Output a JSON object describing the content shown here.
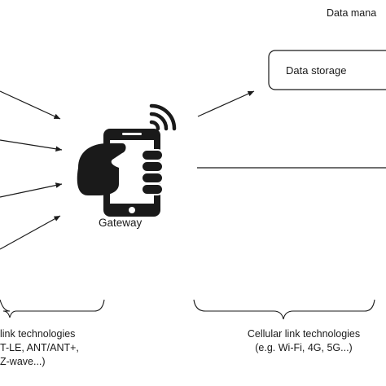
{
  "header": {
    "partial_title": "Data mana"
  },
  "storage": {
    "label": "Data storage"
  },
  "gateway": {
    "label": "Gateway"
  },
  "left_group": {
    "lines": [
      "link technologies",
      "T-LE, ANT/ANT+,",
      "Z-wave...)"
    ]
  },
  "right_group": {
    "lines": [
      "Cellular link technologies",
      "(e.g. Wi-Fi, 4G, 5G...)"
    ]
  },
  "icons": {
    "gateway": "hand-holding-phone-icon",
    "signal": "wireless-signal-icon"
  },
  "colors": {
    "stroke": "#1a1a1a",
    "background": "#ffffff"
  }
}
